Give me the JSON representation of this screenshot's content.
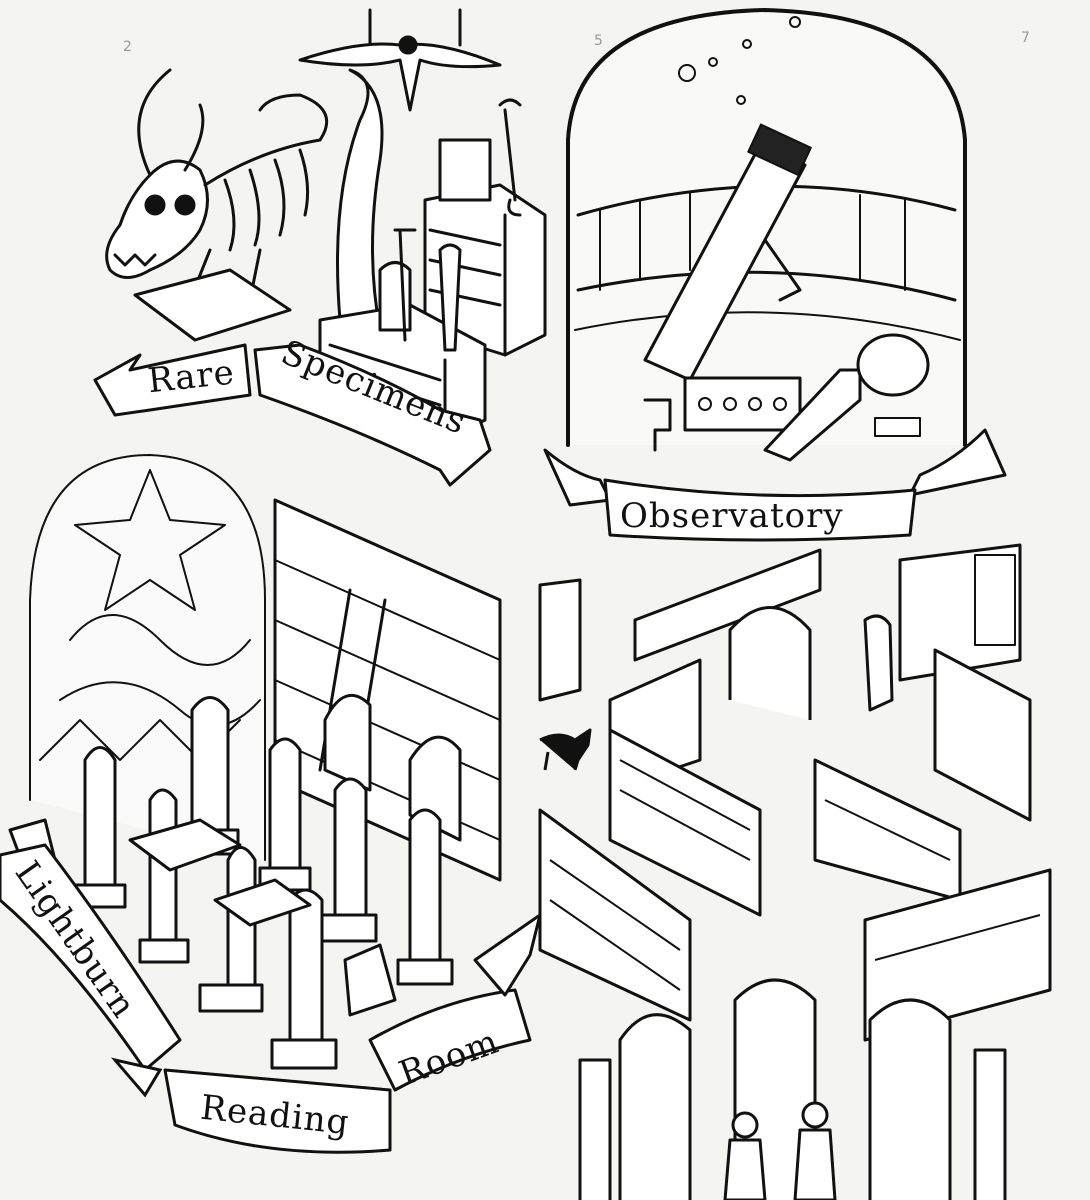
{
  "banners": {
    "rare": "Rare",
    "specimens": "Specimens",
    "observatory": "Observatory",
    "lightburn": "Lightburn",
    "reading": "Reading",
    "room": "Room"
  },
  "page_numbers": {
    "p2": "2",
    "p5": "5",
    "p7": "7"
  },
  "colors": {
    "paper": "#f4f4f2",
    "ink": "#111111",
    "pencil": "#b5b5b5"
  }
}
